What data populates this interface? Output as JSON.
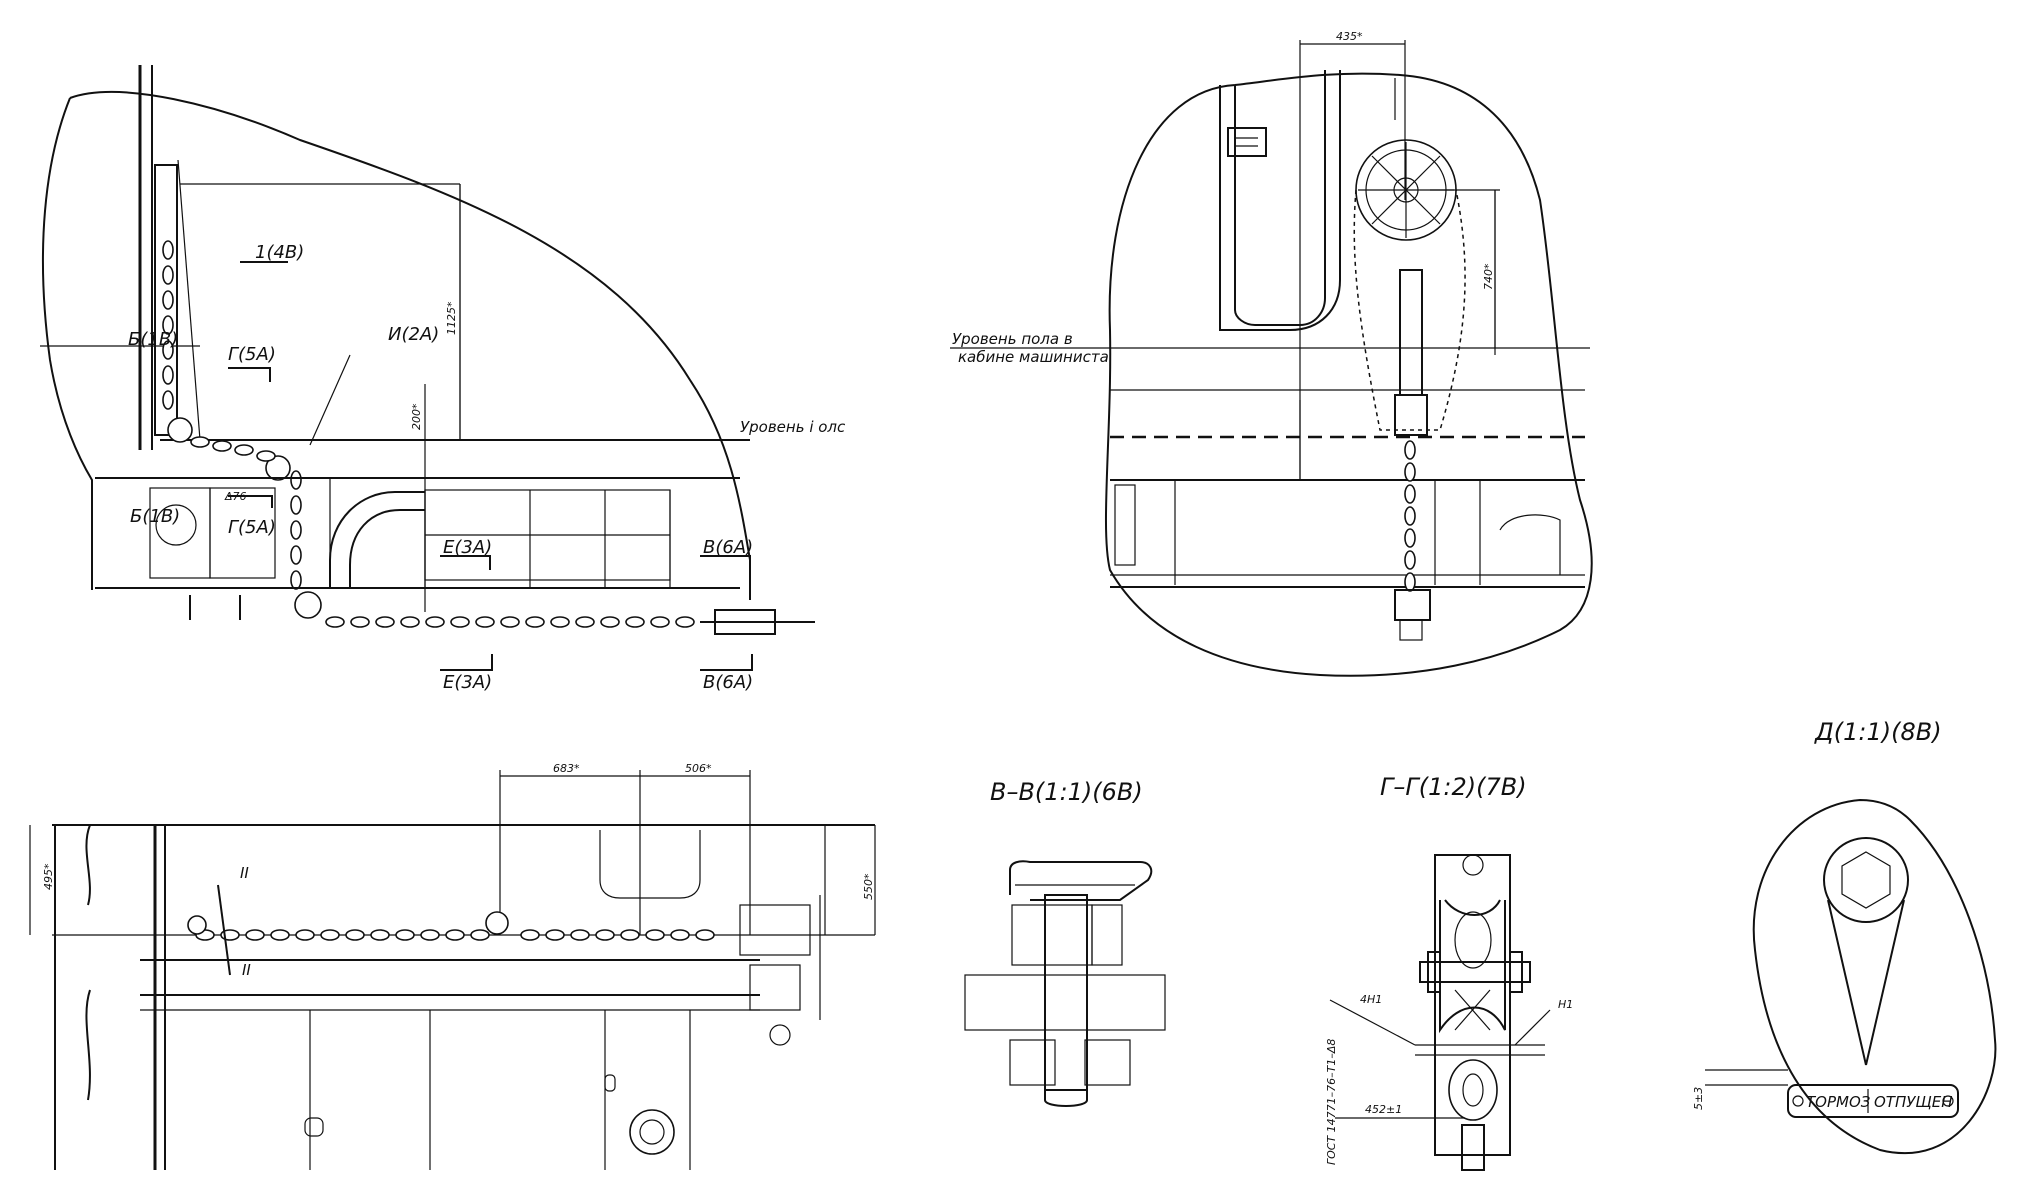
{
  "top_left_view": {
    "labels": {
      "b1_top": "Б(1В)",
      "b1_bottom": "Б(1В)",
      "g5_top": "Г(5А)",
      "g5_bottom": "Г(5А)",
      "i2": "И(2А)",
      "ref4": "1(4В)",
      "e3_top": "Е(3А)",
      "e3_bottom": "Е(3А)",
      "v6_top": "В(6А)",
      "v6_bottom": "В(6А)",
      "level": "Уровень і олс",
      "dim_1125": "1125*",
      "dim_200": "200*",
      "dim_small": "Δ76"
    }
  },
  "top_right_view": {
    "labels": {
      "floor_level_1": "Уровень пола в",
      "floor_level_2": "кабине машиниста",
      "dim_435": "435*",
      "dim_740": "740*"
    }
  },
  "bottom_left_view": {
    "labels": {
      "dim_683": "683*",
      "dim_506": "506*",
      "dim_495": "495*",
      "dim_550": "550*",
      "mark_ii1": "II",
      "mark_ii2": "II"
    }
  },
  "section_v": {
    "title": "В–В(1:1)(6В)"
  },
  "section_g": {
    "title": "Г–Г(1:2)(7В)",
    "gost": "ГОСТ 14771–76–Т1–Δ8",
    "weld_4n1": "4Н1",
    "weld_n1": "Н1",
    "dim_452": "452±1"
  },
  "detail_d": {
    "title": "Д(1:1)(8В)",
    "plate_text_1": "ТОРМОЗ",
    "plate_text_2": "ОТПУЩЕН",
    "dim_5": "5±3"
  }
}
